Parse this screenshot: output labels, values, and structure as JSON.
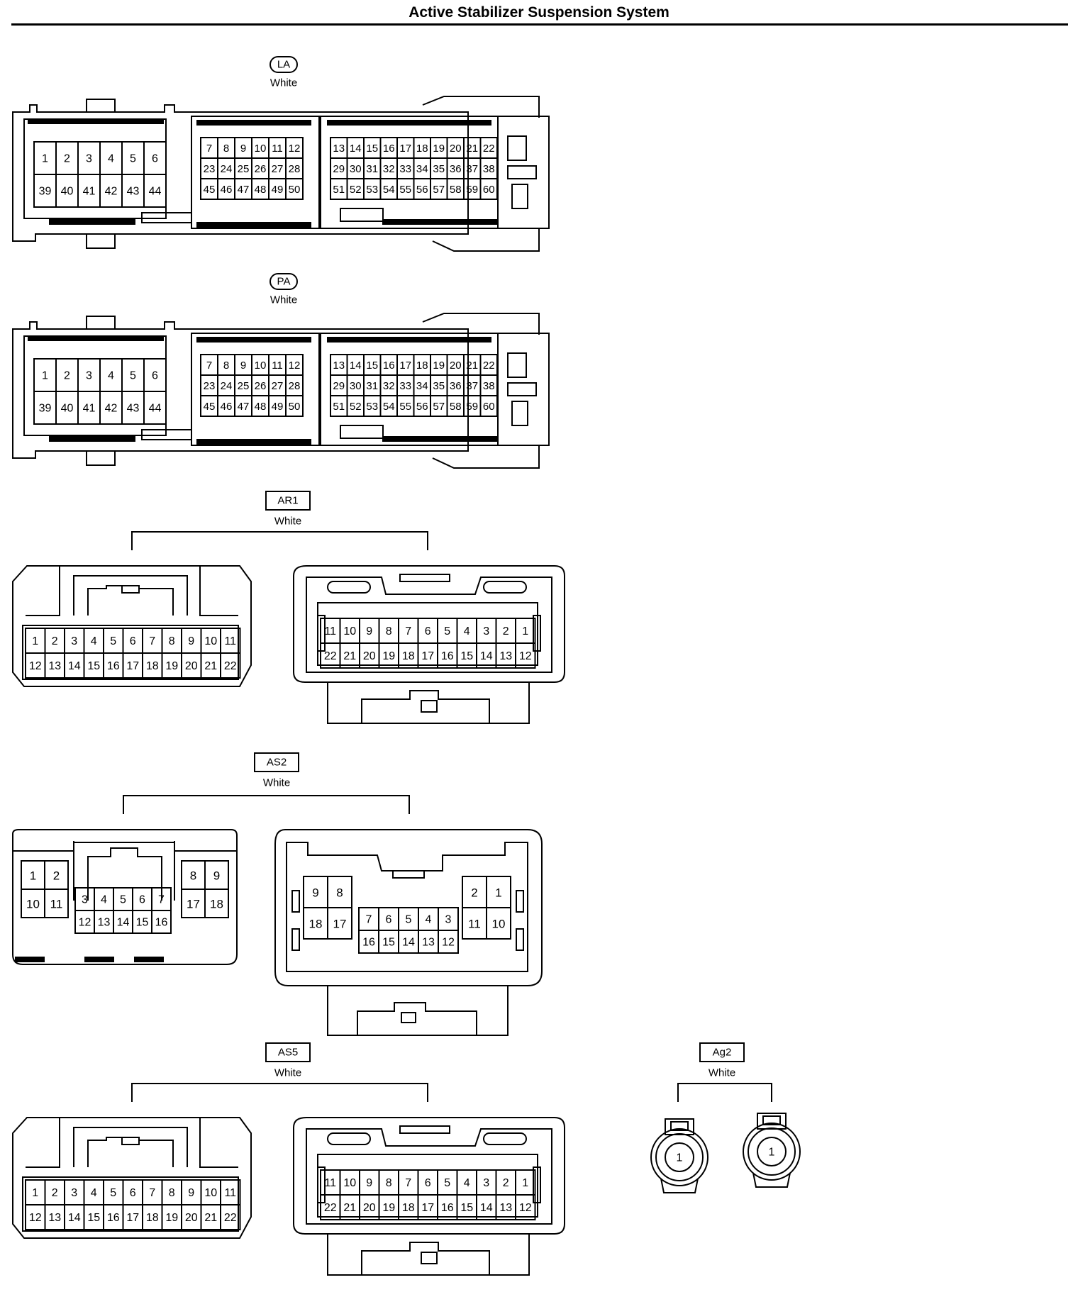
{
  "title": "Active Stabilizer Suspension System",
  "connectors": {
    "LA": {
      "code": "LA",
      "color_label": "White",
      "left_rows": [
        [
          "1",
          "2",
          "3",
          "4",
          "5",
          "6"
        ],
        [
          "39",
          "40",
          "41",
          "42",
          "43",
          "44"
        ]
      ],
      "mid_rows": [
        [
          "7",
          "8",
          "9",
          "10",
          "11",
          "12"
        ],
        [
          "23",
          "24",
          "25",
          "26",
          "27",
          "28"
        ],
        [
          "45",
          "46",
          "47",
          "48",
          "49",
          "50"
        ]
      ],
      "right_rows": [
        [
          "13",
          "14",
          "15",
          "16",
          "17",
          "18",
          "19",
          "20",
          "21",
          "22"
        ],
        [
          "29",
          "30",
          "31",
          "32",
          "33",
          "34",
          "35",
          "36",
          "37",
          "38"
        ],
        [
          "51",
          "52",
          "53",
          "54",
          "55",
          "56",
          "57",
          "58",
          "59",
          "60"
        ]
      ]
    },
    "PA": {
      "code": "PA",
      "color_label": "White",
      "left_rows": [
        [
          "1",
          "2",
          "3",
          "4",
          "5",
          "6"
        ],
        [
          "39",
          "40",
          "41",
          "42",
          "43",
          "44"
        ]
      ],
      "mid_rows": [
        [
          "7",
          "8",
          "9",
          "10",
          "11",
          "12"
        ],
        [
          "23",
          "24",
          "25",
          "26",
          "27",
          "28"
        ],
        [
          "45",
          "46",
          "47",
          "48",
          "49",
          "50"
        ]
      ],
      "right_rows": [
        [
          "13",
          "14",
          "15",
          "16",
          "17",
          "18",
          "19",
          "20",
          "21",
          "22"
        ],
        [
          "29",
          "30",
          "31",
          "32",
          "33",
          "34",
          "35",
          "36",
          "37",
          "38"
        ],
        [
          "51",
          "52",
          "53",
          "54",
          "55",
          "56",
          "57",
          "58",
          "59",
          "60"
        ]
      ]
    },
    "AR1": {
      "code": "AR1",
      "color_label": "White",
      "left_rows": [
        [
          "1",
          "2",
          "3",
          "4",
          "5",
          "6",
          "7",
          "8",
          "9",
          "10",
          "11"
        ],
        [
          "12",
          "13",
          "14",
          "15",
          "16",
          "17",
          "18",
          "19",
          "20",
          "21",
          "22"
        ]
      ],
      "right_rows": [
        [
          "11",
          "10",
          "9",
          "8",
          "7",
          "6",
          "5",
          "4",
          "3",
          "2",
          "1"
        ],
        [
          "22",
          "21",
          "20",
          "19",
          "18",
          "17",
          "16",
          "15",
          "14",
          "13",
          "12"
        ]
      ]
    },
    "AS2": {
      "code": "AS2",
      "color_label": "White",
      "left_a": [
        [
          "1",
          "2"
        ],
        [
          "10",
          "11"
        ]
      ],
      "left_b": [
        [
          "3",
          "4",
          "5",
          "6",
          "7"
        ],
        [
          "12",
          "13",
          "14",
          "15",
          "16"
        ]
      ],
      "left_c": [
        [
          "8",
          "9"
        ],
        [
          "17",
          "18"
        ]
      ],
      "right_a": [
        [
          "9",
          "8"
        ],
        [
          "18",
          "17"
        ]
      ],
      "right_b": [
        [
          "7",
          "6",
          "5",
          "4",
          "3"
        ],
        [
          "16",
          "15",
          "14",
          "13",
          "12"
        ]
      ],
      "right_c": [
        [
          "2",
          "1"
        ],
        [
          "11",
          "10"
        ]
      ]
    },
    "AS5": {
      "code": "AS5",
      "color_label": "White",
      "left_rows": [
        [
          "1",
          "2",
          "3",
          "4",
          "5",
          "6",
          "7",
          "8",
          "9",
          "10",
          "11"
        ],
        [
          "12",
          "13",
          "14",
          "15",
          "16",
          "17",
          "18",
          "19",
          "20",
          "21",
          "22"
        ]
      ],
      "right_rows": [
        [
          "11",
          "10",
          "9",
          "8",
          "7",
          "6",
          "5",
          "4",
          "3",
          "2",
          "1"
        ],
        [
          "22",
          "21",
          "20",
          "19",
          "18",
          "17",
          "16",
          "15",
          "14",
          "13",
          "12"
        ]
      ]
    },
    "Ag2": {
      "code": "Ag2",
      "color_label": "White",
      "left_pin": "1",
      "right_pin": "1"
    }
  }
}
